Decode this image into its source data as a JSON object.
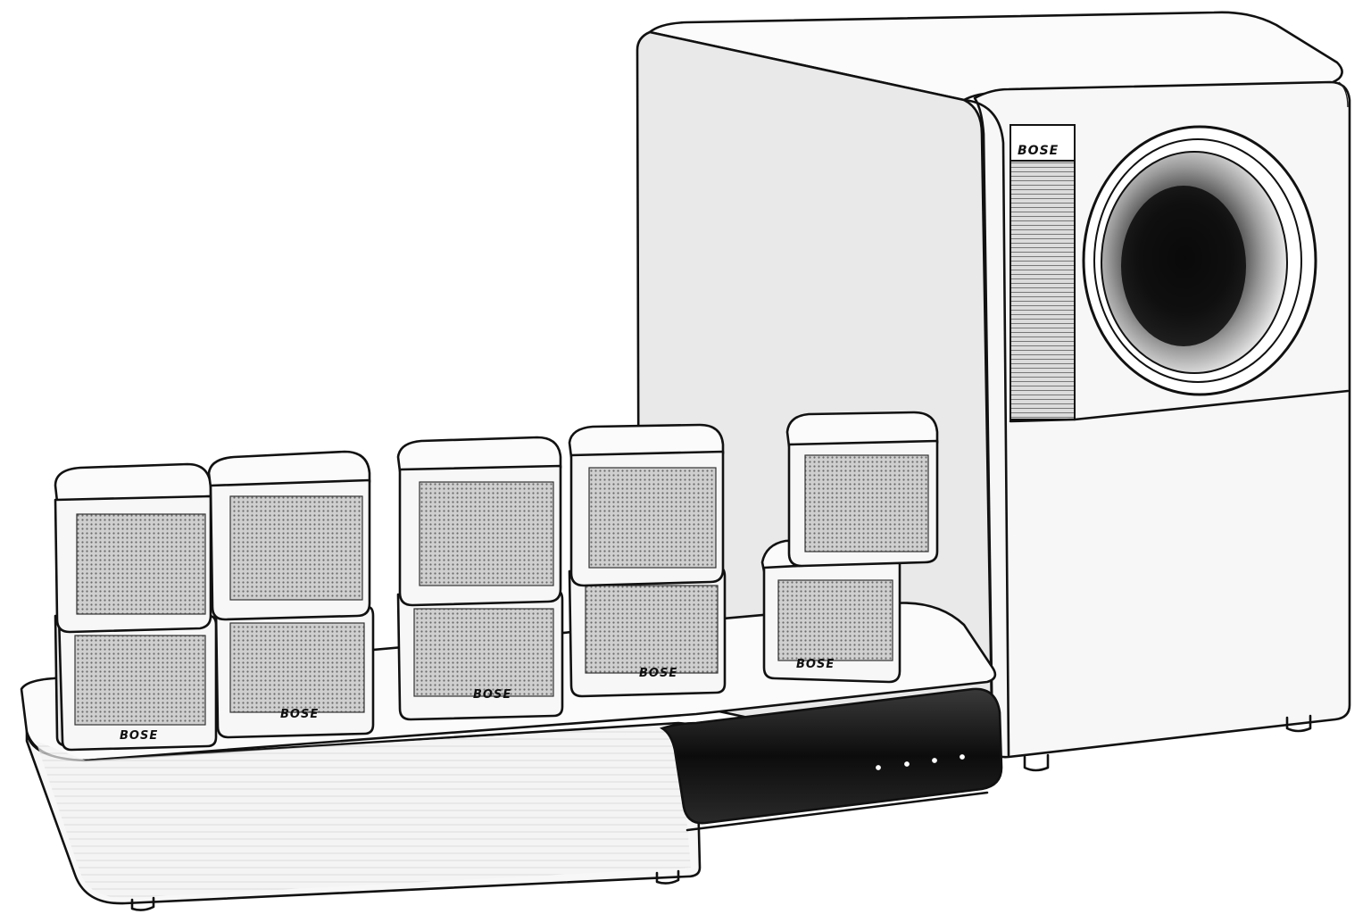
{
  "brand": {
    "logo_text": "BOSE"
  },
  "colors": {
    "ink": "#111111",
    "paper": "#ffffff",
    "grille": "#bdbdbd",
    "display_panel": "#151515"
  },
  "subwoofer": {
    "logo_text": "BOSE"
  },
  "satellites": [
    {
      "logo_text": "BOSE"
    },
    {
      "logo_text": "BOSE"
    },
    {
      "logo_text": "BOSE"
    },
    {
      "logo_text": "BOSE"
    },
    {
      "logo_text": "BOSE"
    }
  ],
  "console": {
    "indicator_lights": 4
  }
}
